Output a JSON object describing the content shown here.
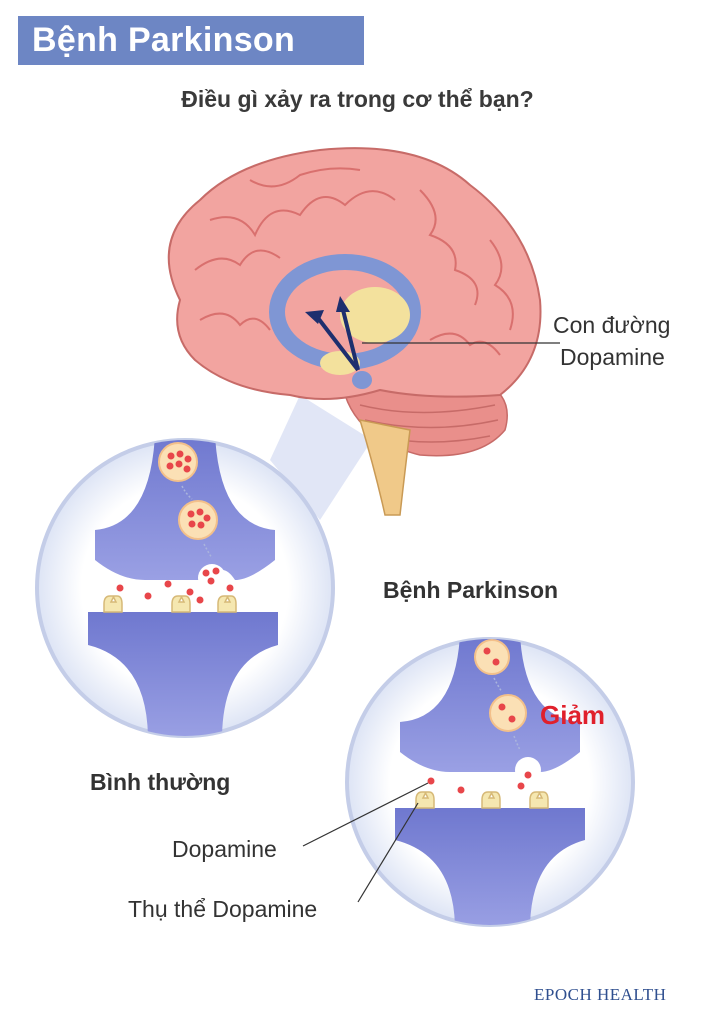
{
  "title": "Bệnh Parkinson",
  "subtitle": "Điều gì xảy ra trong cơ thể bạn?",
  "labels": {
    "pathway_line1": "Con đường",
    "pathway_line2": "Dopamine",
    "parkinson_header": "Bệnh Parkinson",
    "normal": "Bình thường",
    "decrease": "Giảm",
    "dopamine": "Dopamine",
    "receptor": "Thụ thể Dopamine"
  },
  "brand": "EPOCH HEALTH",
  "colors": {
    "banner": "#6d86c4",
    "brain": "#f2a4a0",
    "brain_fold": "#d9706e",
    "pathway": "#7f96d4",
    "neuron": "#7f86d6",
    "dopamine": "#e8464a",
    "receptor": "#f5e7b0",
    "decrease_text": "#e0202c"
  }
}
